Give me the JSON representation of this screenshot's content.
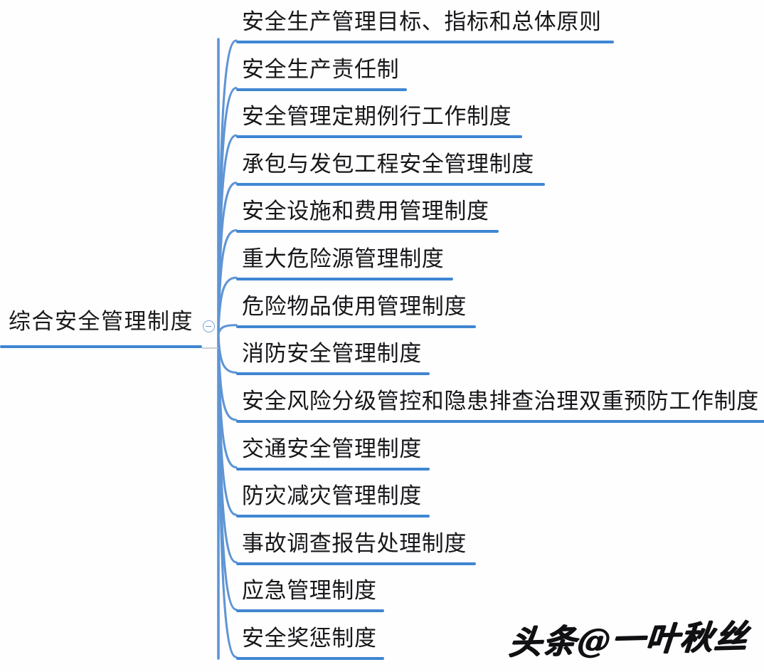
{
  "diagram": {
    "type": "mindmap",
    "orientation": "left-to-right",
    "accent_color": "#3f86d2",
    "text_color": "#17171a",
    "background_color": "#fefeff",
    "root": {
      "label": "综合安全管理制度",
      "toggle_icon": "minus-circle-icon",
      "toggle_state": "expanded",
      "child_count": 14
    },
    "branches": [
      {
        "index": 1,
        "label": "安全生产管理目标、指标和总体原则"
      },
      {
        "index": 2,
        "label": "安全生产责任制"
      },
      {
        "index": 3,
        "label": "安全管理定期例行工作制度"
      },
      {
        "index": 4,
        "label": "承包与发包工程安全管理制度"
      },
      {
        "index": 5,
        "label": "安全设施和费用管理制度"
      },
      {
        "index": 6,
        "label": "重大危险源管理制度"
      },
      {
        "index": 7,
        "label": "危险物品使用管理制度"
      },
      {
        "index": 8,
        "label": "消防安全管理制度"
      },
      {
        "index": 9,
        "label": "安全风险分级管控和隐患排查治理双重预防工作制度"
      },
      {
        "index": 10,
        "label": "交通安全管理制度"
      },
      {
        "index": 11,
        "label": "防灾减灾管理制度"
      },
      {
        "index": 12,
        "label": "事故调查报告处理制度"
      },
      {
        "index": 13,
        "label": "应急管理制度"
      },
      {
        "index": 14,
        "label": "安全奖惩制度"
      }
    ],
    "watermark": {
      "text": "头条@一叶秋丝"
    }
  }
}
